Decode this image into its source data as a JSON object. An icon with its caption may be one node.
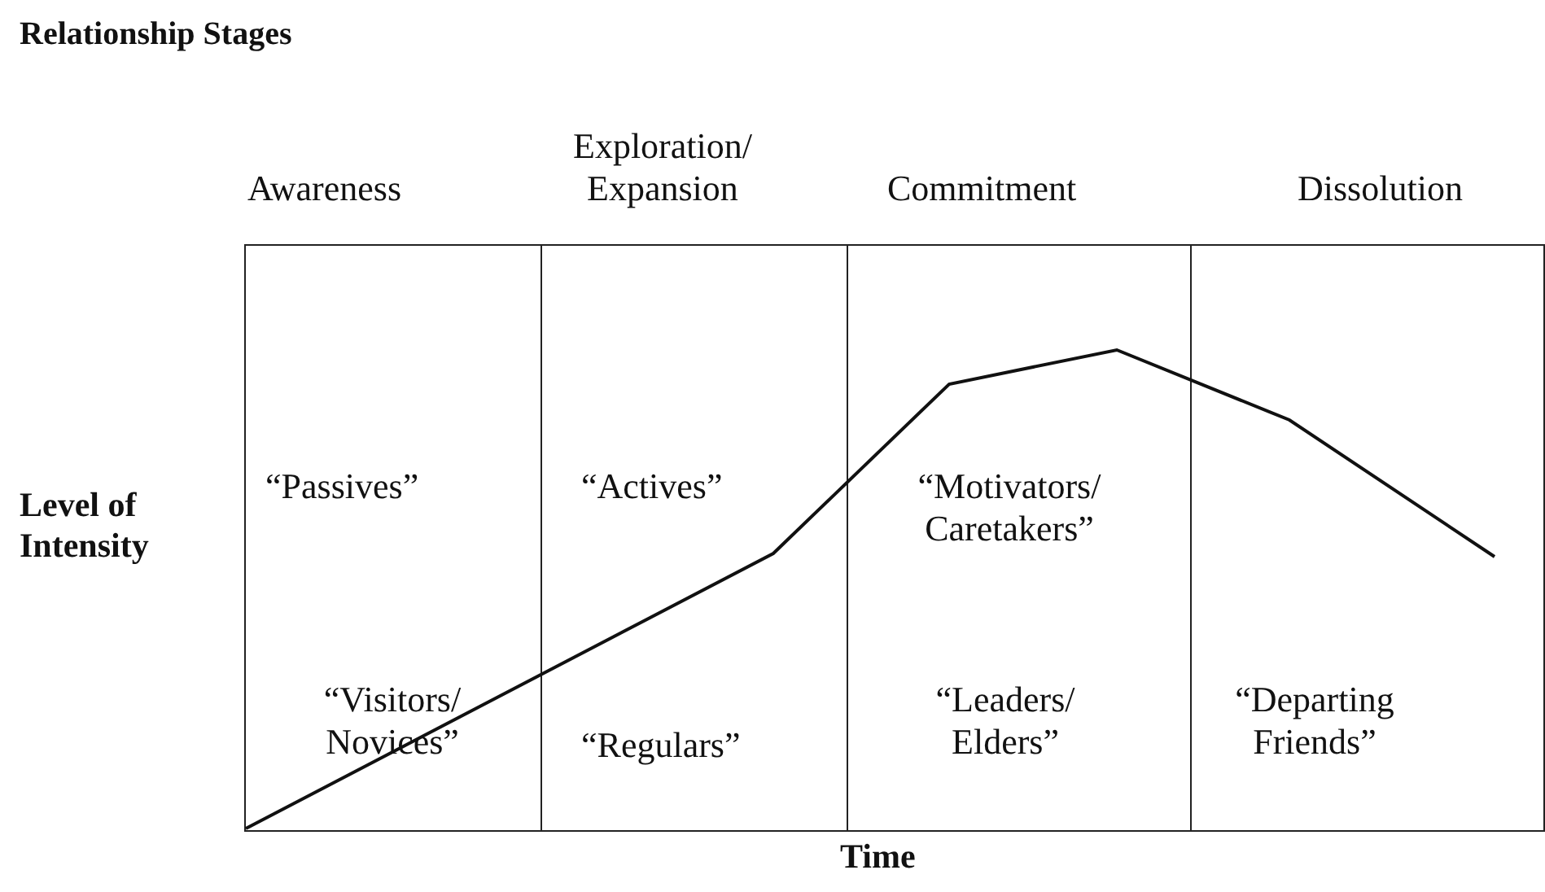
{
  "diagram": {
    "title": "Relationship Stages",
    "nodes": [
      {
        "text": [
          "Awareness",
          "“Passives”",
          "“Visitors/ Novices”"
        ]
      },
      {
        "text": [
          "Exploration/ Expansion",
          "“Actives”",
          "“Regulars”"
        ]
      },
      {
        "text": [
          "Commitment",
          "“Motivators/ Caretakers”",
          "“Leaders/ Elders”"
        ]
      },
      {
        "text": [
          "Dissolution",
          "“Departing Friends”"
        ]
      }
    ],
    "labels": [
      "Level of Intensity",
      "Time"
    ]
  }
}
